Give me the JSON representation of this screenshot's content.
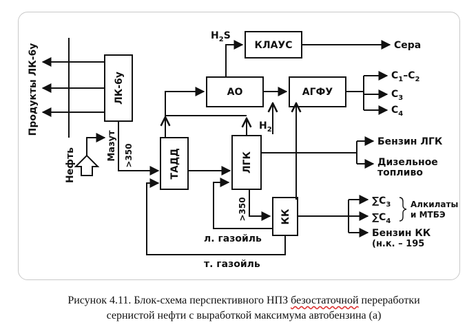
{
  "blocks": {
    "lk6u": "ЛК-6у",
    "klaus": "КЛАУС",
    "ao": "АО",
    "agfu": "АГФУ",
    "tadd": "ТАДД",
    "lgk": "ЛГК",
    "kk": "КК"
  },
  "streams": {
    "lk_products": "Продукты ЛК-6у",
    "neft": "Нефть",
    "mazut": "Мазут",
    "gt350_a": ">350",
    "gt350_b": ">350",
    "h2s_main": "H",
    "h2s_sub": "2",
    "h2s_tail": "S",
    "sera": "Сера",
    "c1c2_a": "C",
    "c1c2_sub1": "1",
    "c1c2_dash": "–C",
    "c1c2_sub2": "2",
    "c3": "C",
    "c3_sub": "3",
    "c4": "C",
    "c4_sub": "4",
    "h2_main": "H",
    "h2_sub": "2",
    "benzin_lgk": "Бензин ЛГК",
    "dizel_1": "Дизельное",
    "dizel_2": "топливо",
    "sum_c3": "∑C",
    "sum_c3_sub": "3",
    "sum_c4": "∑C",
    "sum_c4_sub": "4",
    "alkilaty_1": "Алкилаты",
    "alkilaty_2": "и МТБЭ",
    "benzin_kk_1": "Бензин КК",
    "benzin_kk_2": "(н.к. – 195",
    "l_gazoil": "л. газойль",
    "t_gazoil": "т. газойль"
  },
  "caption": {
    "line1_a": "Рисунок 4.11. Блок-схема перспективного НПЗ ",
    "line1_b": "безостаточной",
    "line1_c": " переработки",
    "line2": "сернистой нефти с выработкой максимума автобензина (а)"
  }
}
